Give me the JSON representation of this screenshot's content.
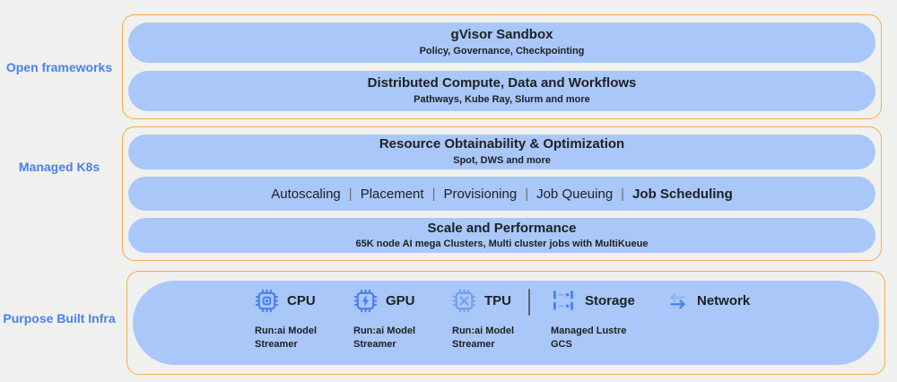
{
  "colors": {
    "background": "#f0f0ee",
    "pill_blue": "#a9c7f8",
    "border_orange": "#f5ab50",
    "label_blue": "#4b80ee",
    "text_dark": "#202124",
    "icon_blue": "#4a80ee",
    "icon_light_blue": "#8fb3f6",
    "divider_gray": "#5f6368"
  },
  "sections": [
    {
      "label": "Open frameworks",
      "rows": [
        {
          "title": "gVisor Sandbox",
          "subtitle": "Policy, Governance, Checkpointing"
        },
        {
          "title": "Distributed Compute, Data and Workflows",
          "subtitle": "Pathways, Kube Ray, Slurm and more"
        }
      ]
    },
    {
      "label": "Managed K8s",
      "rows": [
        {
          "title": "Resource Obtainability & Optimization",
          "subtitle": "Spot, DWS and more"
        },
        {
          "items": [
            "Autoscaling",
            "Placement",
            "Provisioning",
            "Job Queuing",
            "Job Scheduling"
          ],
          "separator": "|",
          "emphasized_item": "Job Scheduling"
        },
        {
          "title": "Scale and Performance",
          "subtitle": "65K node AI mega Clusters, Multi cluster jobs with MultiKueue"
        }
      ]
    },
    {
      "label": "Purpose Built Infra",
      "columns": [
        {
          "name": "CPU",
          "icon": "cpu-chip-icon",
          "sub": "Run:ai Model\nStreamer"
        },
        {
          "name": "GPU",
          "icon": "gpu-chip-icon",
          "sub": "Run:ai Model\nStreamer"
        },
        {
          "name": "TPU",
          "icon": "tpu-chip-icon",
          "sub": "Run:ai Model\nStreamer"
        },
        {
          "name": "Storage",
          "icon": "storage-icon",
          "sub": "Managed Lustre\nGCS"
        },
        {
          "name": "Network",
          "icon": "network-swap-icon",
          "sub": ""
        }
      ]
    }
  ]
}
